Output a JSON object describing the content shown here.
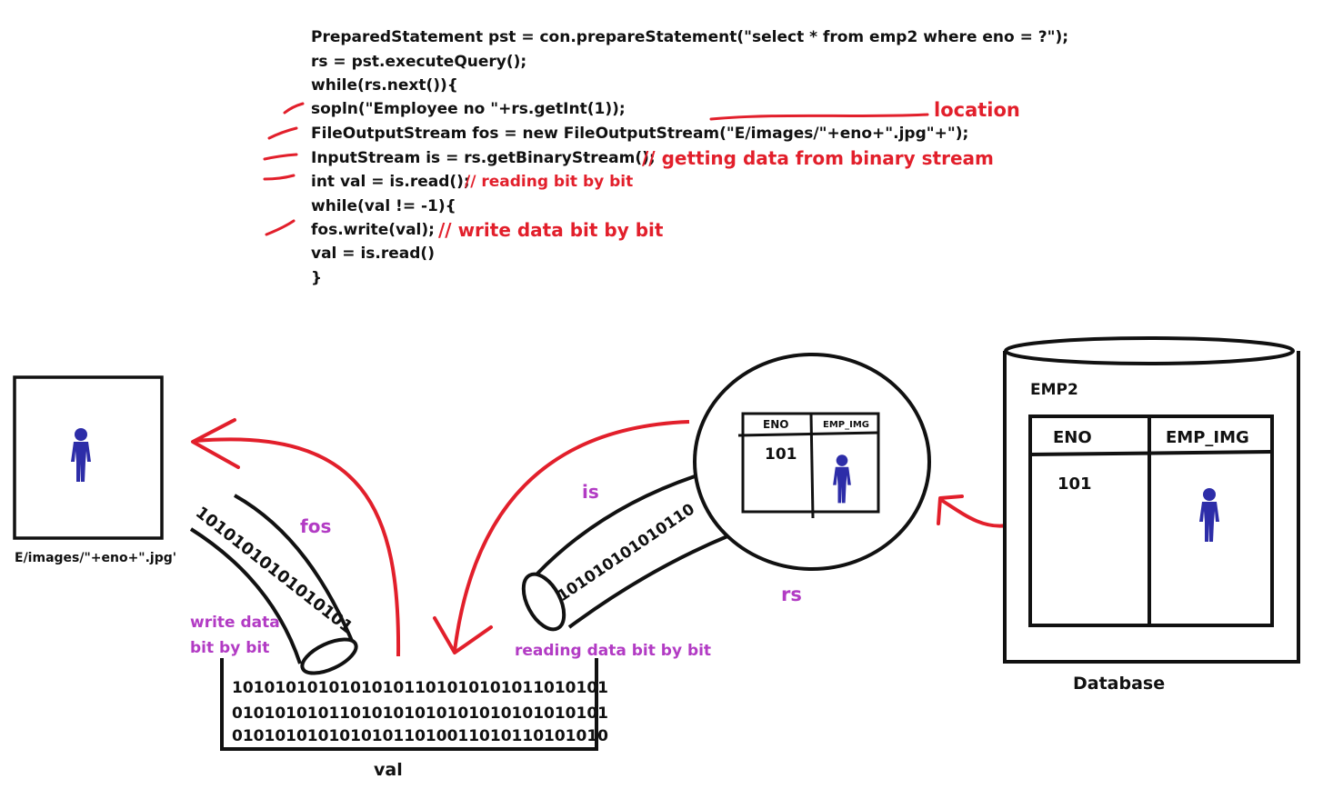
{
  "code": {
    "lines": [
      "PreparedStatement pst = con.prepareStatement(\"select * from emp2 where eno = ?\");",
      "rs = pst.executeQuery();",
      "while(rs.next()){",
      "sopln(\"Employee no \"+rs.getInt(1));",
      "FileOutputStream fos = new FileOutputStream(\"E/images/\"+eno+\".jpg\"+\");",
      "InputStream is = rs.getBinaryStream();",
      "int val = is.read();",
      "while(val != -1){",
      "fos.write(val);",
      "val = is.read()",
      "}"
    ],
    "comment_location": "location",
    "comment_binary_stream": "// getting data from binary stream",
    "comment_reading": "// reading bit by bit",
    "comment_write": "// write data bit by bit"
  },
  "file": {
    "path_label": "E/images/\"+eno+\".jpg'"
  },
  "streams": {
    "fos_label": "fos",
    "fos_bits": "10101010101010101",
    "write_label_line1": "write data",
    "write_label_line2": "bit by bit",
    "is_label": "is",
    "is_bits": "101010101010110",
    "reading_label": "reading data bit by bit"
  },
  "val_buffer": {
    "rows": [
      "10101010101010101101010101011010101",
      "01010101011010101010101010101010101",
      "01010101010101011010011010110101010"
    ],
    "label": "val"
  },
  "resultset": {
    "label": "rs",
    "col_eno": "ENO",
    "col_img": "EMP_IMG",
    "eno_value": "101"
  },
  "database": {
    "table_name": "EMP2",
    "col_eno": "ENO",
    "col_img": "EMP_IMG",
    "eno_value": "101",
    "label": "Database"
  },
  "colors": {
    "annotation_red": "#e21f2b",
    "label_purple": "#b23bc4",
    "person_blue": "#2d2da8"
  }
}
